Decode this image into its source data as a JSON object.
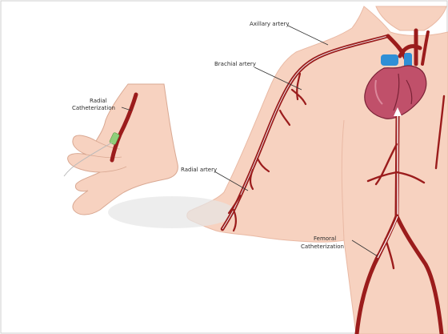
{
  "labels": {
    "axillary": "Axillary artery",
    "brachial": "Brachial artery",
    "radial_cath_line1": "Radial",
    "radial_cath_line2": "Catheterization",
    "radial_artery": "Radial artery",
    "femoral_line1": "Femoral",
    "femoral_line2": "Catheterization"
  },
  "colors": {
    "skin": "#f7d2c0",
    "skin_edge": "#e9b9a4",
    "artery": "#9b1c1c",
    "heart": "#c0506a",
    "heart_vessel_blue": "#2f8fd6",
    "sheath_green": "#8fcf7a",
    "catheter": "#b9b9b9"
  }
}
